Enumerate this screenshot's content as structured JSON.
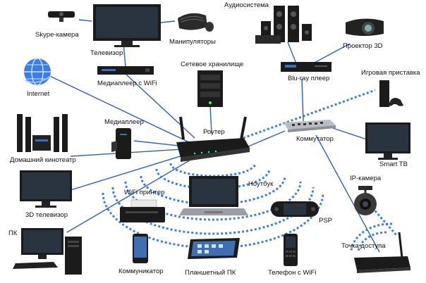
{
  "labels": {
    "skype_camera": "Skype-камера",
    "tv": "Телевизор",
    "manipulators": "Манипуляторы",
    "audio_system": "Аудиосистема",
    "projector_3d": "Проектор 3D",
    "internet": "Internet",
    "media_player_wifi": "Медиаплеер с WiFi",
    "network_storage": "Сетевое хранилище",
    "bluray_player": "Blu-ray плеер",
    "game_console": "Игровая приставка",
    "media_player": "Медиаплеер",
    "router": "Роутер",
    "switch": "Коммутатор",
    "home_theater": "Домашний кинотеатр",
    "smart_tv": "Smart TB",
    "laptop": "Ноутбук",
    "ip_camera": "IP-камера",
    "tv_3d": "3D телевизор",
    "wifi_printer": "WiFi принтер",
    "psp": "PSP",
    "pc": "ПК",
    "communicator": "Коммуникатор",
    "tablet_pc": "Планшетный ПК",
    "phone_wifi": "Телефон с WiFi",
    "access_point": "Точка доступа"
  },
  "colors": {
    "wired_link": "#2f5fbf",
    "wireless_link": "#3a7fe0",
    "device_dark": "#1b1b1b",
    "screen_blue": "#3f6fb0"
  }
}
